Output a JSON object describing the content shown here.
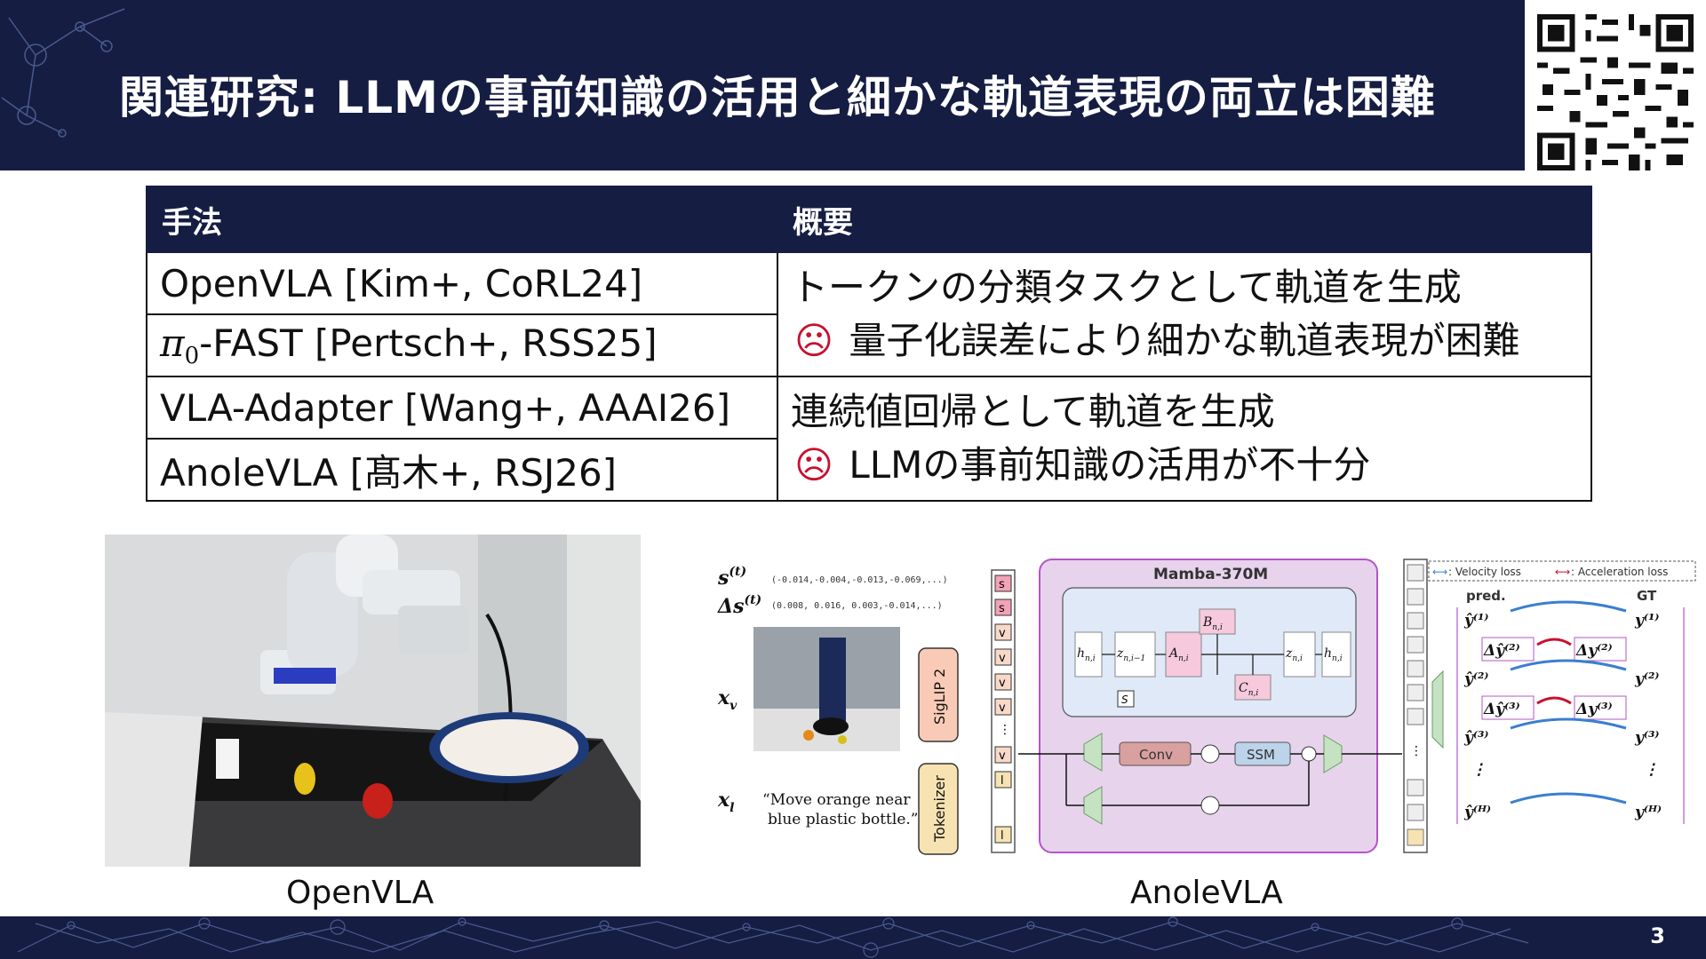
{
  "header": {
    "title": "関連研究: LLMの事前知識の活用と細かな軌道表現の両立は困難"
  },
  "table": {
    "col_method": "手法",
    "col_summary": "概要",
    "rows": [
      {
        "method": "OpenVLA [Kim+, CoRL24]"
      },
      {
        "method_pi": "π",
        "method_sub": "0",
        "method_rest": "-FAST [Pertsch+, RSS25]"
      },
      {
        "method": "VLA-Adapter [Wang+, AAAI26]"
      },
      {
        "method": "AnoleVLA [髙木+, RSJ26]"
      }
    ],
    "group1": {
      "summary": "トークンの分類タスクとして軌道を生成",
      "frown": "☹",
      "con": "量子化誤差により細かな軌道表現が困難"
    },
    "group2": {
      "summary": "連続値回帰として軌道を生成",
      "frown": "☹",
      "con": "LLMの事前知識の活用が不十分"
    }
  },
  "figures": {
    "left_caption": "OpenVLA",
    "right_caption": "AnoleVLA",
    "diagram": {
      "state_label": "s",
      "state_sup": "(t)",
      "delta_label": "Δs",
      "state_vals": "(-0.014,-0.004,-0.013,-0.069,...)",
      "delta_vals": "(0.008, 0.016, 0.003,-0.014,...)",
      "xv_label": "x",
      "xv_sub": "v",
      "xl_label": "x",
      "xl_sub": "l",
      "instruction_line1": "“Move orange near",
      "instruction_line2": "blue plastic bottle.”",
      "siglip": "SigLIP 2",
      "tokenizer": "Tokenizer",
      "token_s": "s",
      "token_v": "v",
      "token_l": "l",
      "ellipsis": "⋮",
      "mamba": "Mamba-370M",
      "h": "h",
      "h_sub": "n,i",
      "z_prev": "z",
      "z_prev_sub": "n,i−1",
      "a": "A",
      "a_sub": "n,i",
      "b": "B",
      "b_sub": "n,i",
      "c": "C",
      "c_sub": "n,i",
      "z": "z",
      "z_sub": "n,i",
      "s_box": "S",
      "conv": "Conv",
      "ssm": "SSM",
      "velocity_loss": ": Velocity loss",
      "accel_loss": ": Acceleration loss",
      "pred": "pred.",
      "gt": "GT",
      "yhat1": "ŷ⁽¹⁾",
      "yhat2": "ŷ⁽²⁾",
      "yhat3": "ŷ⁽³⁾",
      "yhatH": "ŷ⁽ᴴ⁾",
      "y1": "y⁽¹⁾",
      "y2": "y⁽²⁾",
      "y3": "y⁽³⁾",
      "yH": "y⁽ᴴ⁾",
      "dyhat2": "Δŷ⁽²⁾",
      "dyhat3": "Δŷ⁽³⁾",
      "dy2": "Δy⁽²⁾",
      "dy3": "Δy⁽³⁾",
      "vdots": "⋮"
    }
  },
  "footer": {
    "page_number": "3"
  },
  "colors": {
    "navy": "#151d43",
    "frown": "#c8102e",
    "mamba_bg": "#e7d3ec",
    "mamba_border": "#b455c7",
    "inner_blue": "#dfe9f7",
    "pink_box": "#f6c9dc",
    "siglip_bg": "#f9cbb6",
    "tokenizer_bg": "#f6e3b1",
    "green_trap": "#c5e3c2"
  }
}
